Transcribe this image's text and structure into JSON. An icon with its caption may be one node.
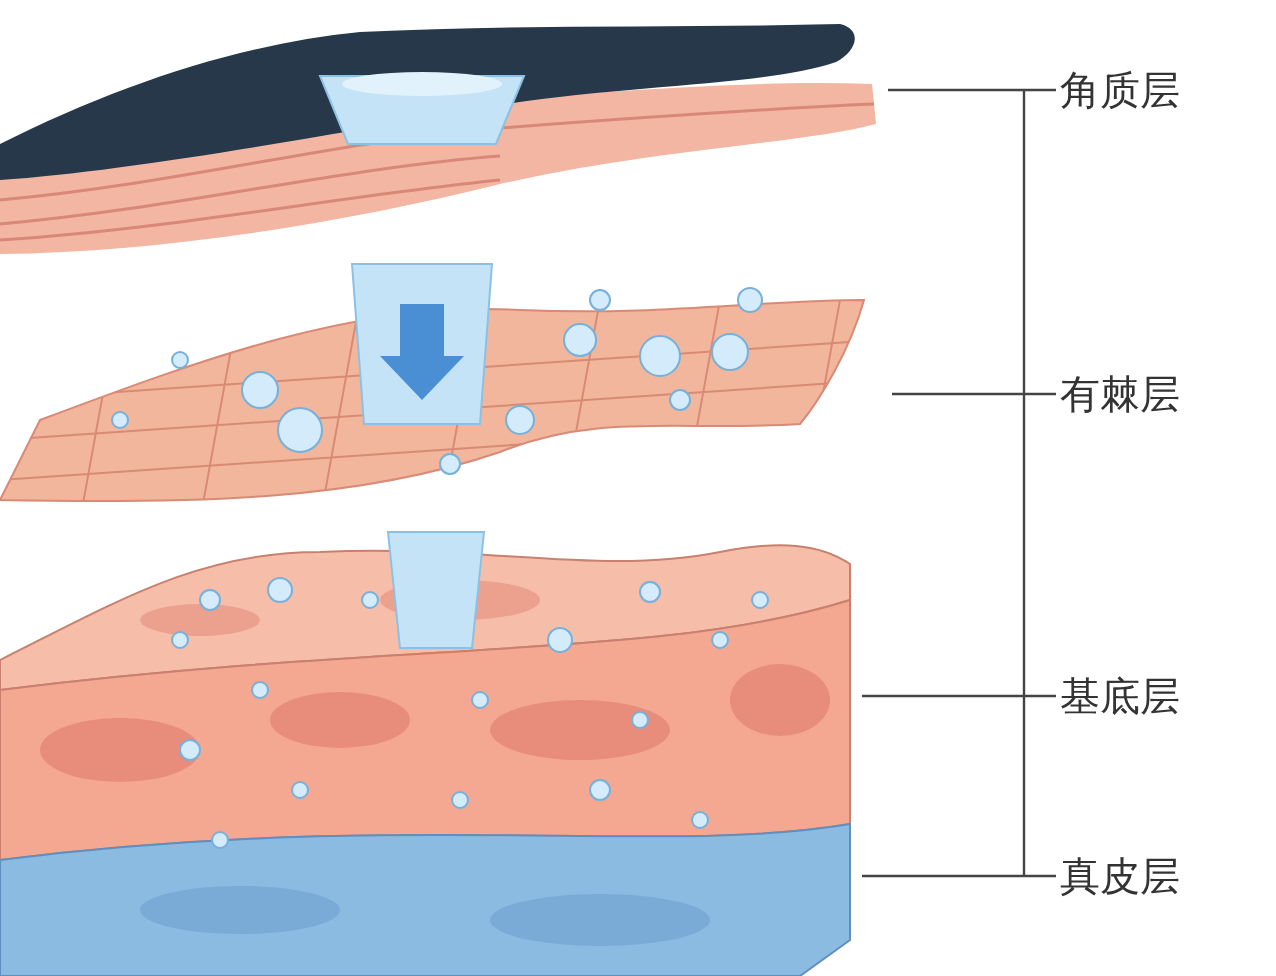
{
  "diagram": {
    "nodes": [
      {
        "text": [
          "角质层"
        ]
      },
      {
        "text": [
          "有棘层"
        ]
      },
      {
        "text": [
          "基底层"
        ]
      },
      {
        "text": [
          "真皮层"
        ]
      },
      {
        "text": [],
        "shape": "picture"
      },
      {
        "text": [],
        "shape": "picture"
      },
      {
        "text": [],
        "shape": "picture"
      },
      {
        "text": [],
        "shape": "picture"
      }
    ],
    "edges": [
      {
        "from": 0,
        "to": 4,
        "arrow": "none"
      },
      {
        "from": 1,
        "to": 5,
        "arrow": "none"
      },
      {
        "from": 2,
        "to": 6,
        "arrow": "none"
      },
      {
        "from": 3,
        "to": 7,
        "arrow": "none"
      }
    ]
  }
}
